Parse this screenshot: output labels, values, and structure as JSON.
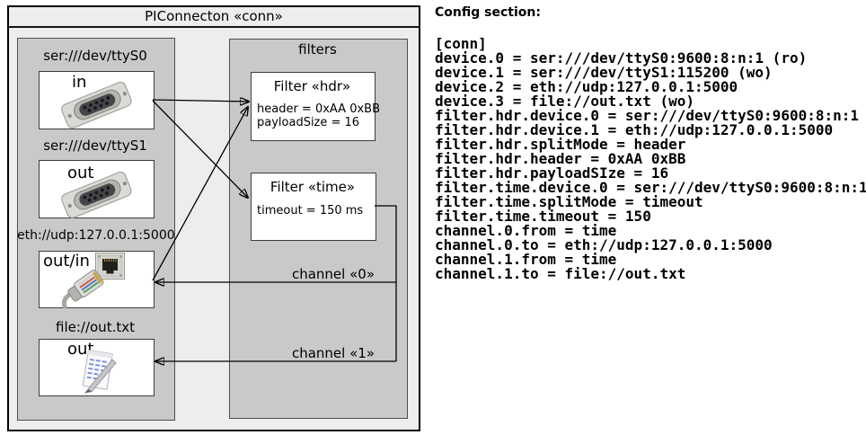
{
  "diagram": {
    "title": "PIConnecton «conn»",
    "filters_panel_label": "filters",
    "devices": [
      {
        "url": "ser:///dev/ttyS0",
        "port": "in",
        "icon": "serial-connector-icon"
      },
      {
        "url": "ser:///dev/ttyS1",
        "port": "out",
        "icon": "serial-connector-icon"
      },
      {
        "url": "eth://udp:127.0.0.1:5000",
        "port": "out/in",
        "icon": "ethernet-connector-icon"
      },
      {
        "url": "file://out.txt",
        "port": "out",
        "icon": "notepad-icon"
      }
    ],
    "filters": [
      {
        "title": "Filter «hdr»",
        "attributes": [
          "header = 0xAA 0xBB",
          "payloadSize = 16"
        ]
      },
      {
        "title": "Filter «time»",
        "attributes": [
          "timeout = 150 ms"
        ]
      }
    ],
    "channels": [
      {
        "label": "channel «0»"
      },
      {
        "label": "channel «1»"
      }
    ]
  },
  "config": {
    "heading": "Config section:",
    "lines": [
      "[conn]",
      "device.0 = ser:///dev/ttyS0:9600:8:n:1 (ro)",
      "device.1 = ser:///dev/ttyS1:115200 (wo)",
      "device.2 = eth://udp:127.0.0.1:5000",
      "device.3 = file://out.txt (wo)",
      "filter.hdr.device.0 = ser:///dev/ttyS0:9600:8:n:1",
      "filter.hdr.device.1 = eth://udp:127.0.0.1:5000",
      "filter.hdr.splitMode = header",
      "filter.hdr.header = 0xAA 0xBB",
      "filter.hdr.payloadSIze = 16",
      "filter.time.device.0 = ser:///dev/ttyS0:9600:8:n:1",
      "filter.time.splitMode = timeout",
      "filter.time.timeout = 150",
      "channel.0.from = time",
      "channel.0.to = eth://udp:127.0.0.1:5000",
      "channel.1.from = time",
      "channel.1.to = file://out.txt"
    ]
  }
}
